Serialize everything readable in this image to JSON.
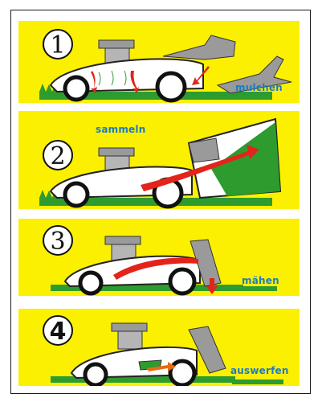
{
  "steps": [
    {
      "number": "1",
      "label": "mulchen"
    },
    {
      "number": "2",
      "label": "sammeln"
    },
    {
      "number": "3",
      "label": "mähen"
    },
    {
      "number": "4",
      "label": "auswerfen"
    }
  ],
  "colors": {
    "panel": "#fbf000",
    "grass": "#2e9b2e",
    "label": "#1e7bc3",
    "arrow": "#e3241b",
    "mower_body": "#ffffff",
    "engine": "#9a9a9a"
  },
  "icons": [
    "lawn-mower-icon",
    "grass-icon",
    "arrow-icon",
    "rear-flap-icon",
    "grass-catcher-icon"
  ]
}
